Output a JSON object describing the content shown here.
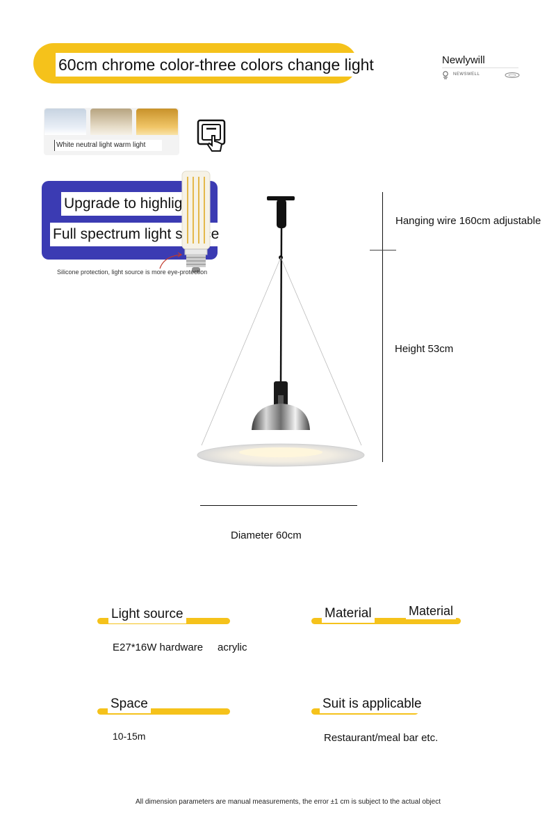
{
  "header": {
    "title": "60cm chrome color-three colors change light",
    "brand_name": "Newlywill",
    "brand_sub": "NEWSWELL"
  },
  "colors": {
    "accent": "#f5c21b",
    "promo_blue": "#3b3bb3"
  },
  "light_modes": {
    "label": "White neutral light warm light",
    "switch_icon": "hand-press-switch-icon"
  },
  "promo": {
    "line1": "Upgrade to highlight",
    "line2": "Full spectrum light source",
    "note": "Silicone protection, light source is more eye-protection"
  },
  "dimensions": {
    "wire": "Hanging wire 160cm adjustable",
    "height": "Height 53cm",
    "diameter": "Diameter 60cm"
  },
  "specs": {
    "light_source_label": "Light source",
    "light_source_value": "E27*16W hardware",
    "material_label_1": "Material",
    "material_label_2": "Material",
    "material_value": "acrylic",
    "space_label": "Space",
    "space_value": "10-15m",
    "suit_label": "Suit is applicable",
    "suit_value": "Restaurant/meal bar etc."
  },
  "footnote": "All dimension parameters are manual measurements, the error ±1 cm is subject to the actual object"
}
